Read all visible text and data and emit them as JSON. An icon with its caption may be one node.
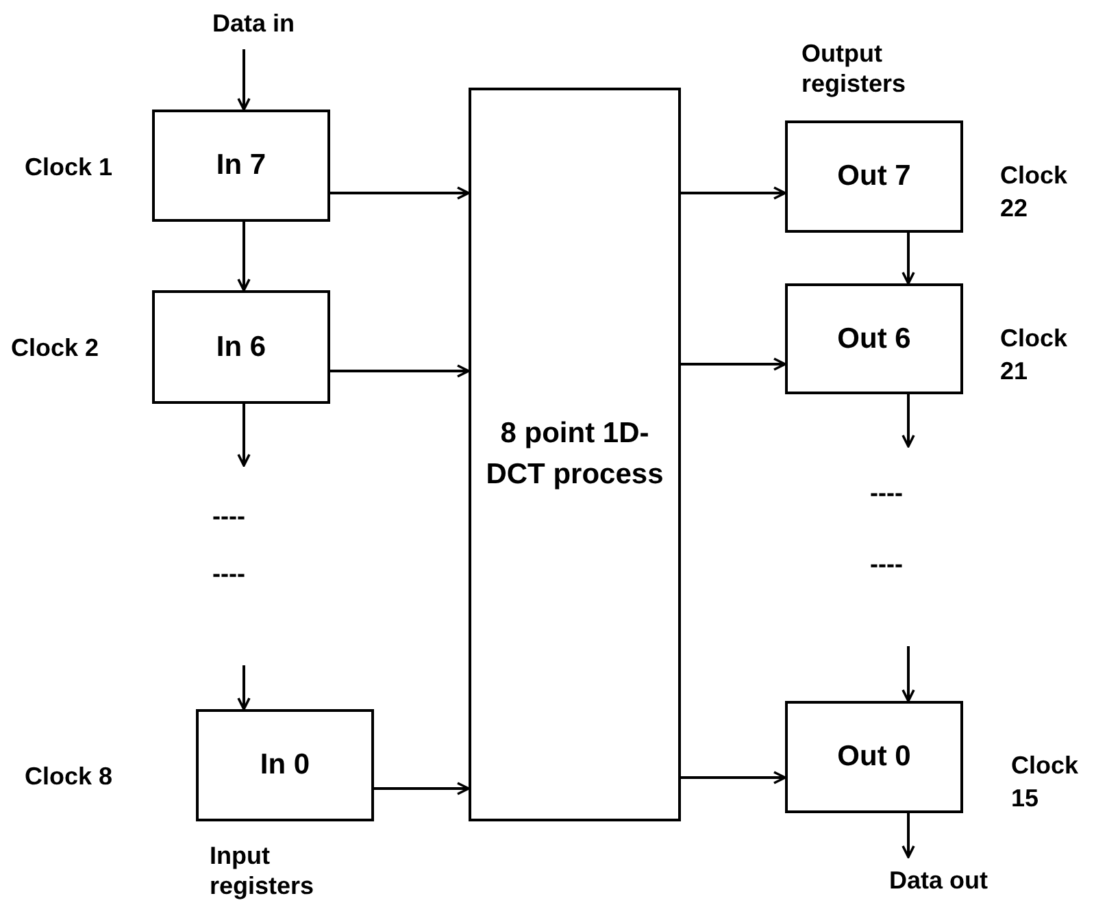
{
  "diagram": {
    "nodes": [
      {
        "text": [
          "Data  in"
        ]
      },
      {
        "text": [
          "In 7"
        ],
        "beside": [
          "Clock 1"
        ]
      },
      {
        "text": [
          "In 6"
        ],
        "beside": [
          "Clock 2"
        ]
      },
      {
        "text": [
          "In 0"
        ],
        "beside": [
          "Clock 8"
        ]
      },
      {
        "text": [
          "8 point 1D-DCT process"
        ]
      },
      {
        "text": [
          "Out 7"
        ],
        "beside": [
          "Clock 22"
        ]
      },
      {
        "text": [
          "Out 6"
        ],
        "beside": [
          "Clock 21"
        ]
      },
      {
        "text": [
          "Out 0"
        ],
        "beside": [
          "Clock 15"
        ]
      },
      {
        "text": [
          "Data out"
        ]
      }
    ],
    "edges": [
      {
        "from": 0,
        "to": 1,
        "arrow": "to"
      },
      {
        "from": 1,
        "to": 2,
        "arrow": "to"
      },
      {
        "from": 2,
        "to": null,
        "arrow": "to"
      },
      {
        "from": null,
        "to": 3,
        "arrow": "to"
      },
      {
        "from": 1,
        "to": 4,
        "arrow": "to"
      },
      {
        "from": 2,
        "to": 4,
        "arrow": "to"
      },
      {
        "from": 3,
        "to": 4,
        "arrow": "to"
      },
      {
        "from": 4,
        "to": 5,
        "arrow": "to"
      },
      {
        "from": 4,
        "to": 6,
        "arrow": "to"
      },
      {
        "from": 4,
        "to": 7,
        "arrow": "to"
      },
      {
        "from": 5,
        "to": 6,
        "arrow": "to"
      },
      {
        "from": 6,
        "to": null,
        "arrow": "to"
      },
      {
        "from": null,
        "to": 7,
        "arrow": "to"
      },
      {
        "from": 7,
        "to": 8,
        "arrow": "to"
      }
    ],
    "labels": [
      "Output registers",
      "----",
      "----",
      "----",
      "----",
      "Input registers"
    ]
  }
}
